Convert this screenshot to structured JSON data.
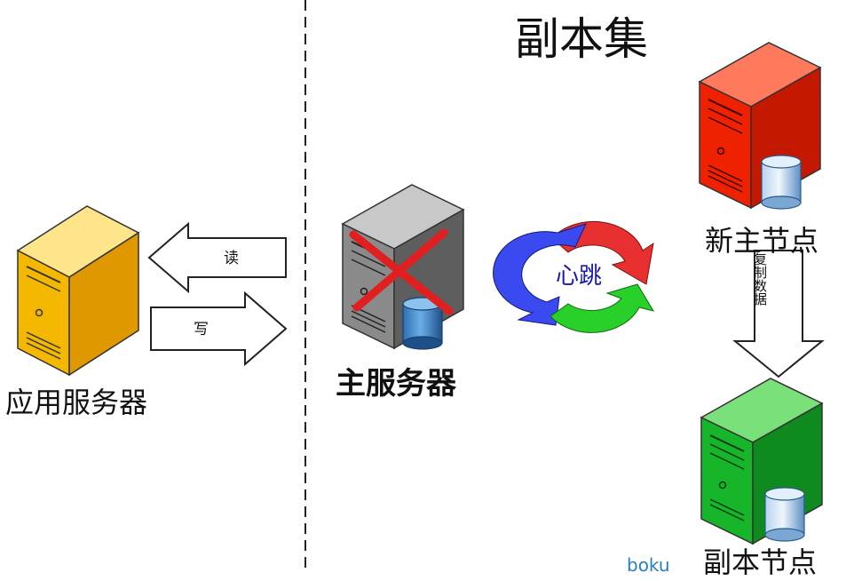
{
  "title": "副本集",
  "application_server": {
    "label": "应用服务器",
    "color": "#f5b800"
  },
  "read_arrow": {
    "label": "读"
  },
  "write_arrow": {
    "label": "写"
  },
  "primary_server": {
    "label": "主服务器",
    "status": "failed",
    "color": "#8a8a8a",
    "cross_color": "#e02020"
  },
  "heartbeat": {
    "label": "心跳",
    "colors": [
      "#e83030",
      "#3a4af0",
      "#2ad02a"
    ]
  },
  "new_primary": {
    "label": "新主节点",
    "color": "#ee2200"
  },
  "copy_arrow": {
    "label": "复制数据"
  },
  "secondary_node": {
    "label": "副本节点",
    "color": "#16b52a"
  },
  "watermark": {
    "text": "boku"
  }
}
